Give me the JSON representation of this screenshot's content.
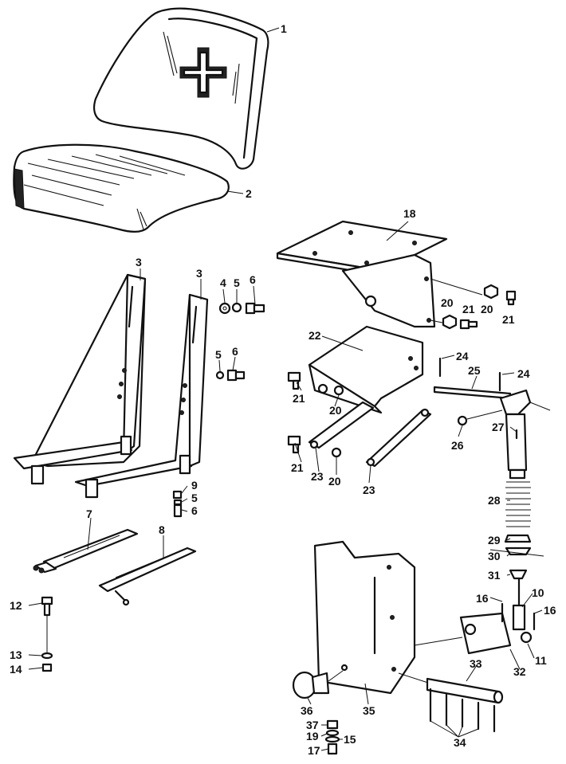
{
  "labels": {
    "p1": "1",
    "p2": "2",
    "p3a": "3",
    "p3b": "3",
    "p4": "4",
    "p5a": "5",
    "p6a": "6",
    "p5b": "5",
    "p6b": "6",
    "p7": "7",
    "p8": "8",
    "p9": "9",
    "p5c": "5",
    "p6c": "6",
    "p12": "12",
    "p13": "13",
    "p14": "14",
    "p18": "18",
    "p20a": "20",
    "p21a": "21",
    "p20b": "20",
    "p21b": "21",
    "p22": "22",
    "p24a": "24",
    "p24b": "24",
    "p25": "25",
    "p21c": "21",
    "p20c": "20",
    "p21d": "21",
    "p23a": "23",
    "p20d": "20",
    "p23b": "23",
    "p26": "26",
    "p27": "27",
    "p28": "28",
    "p29": "29",
    "p30": "30",
    "p31": "31",
    "p16a": "16",
    "p10": "10",
    "p16b": "16",
    "p11": "11",
    "p32": "32",
    "p33": "33",
    "p35": "35",
    "p36": "36",
    "p37": "37",
    "p19": "19",
    "p15": "15",
    "p17": "17",
    "p34": "34"
  }
}
